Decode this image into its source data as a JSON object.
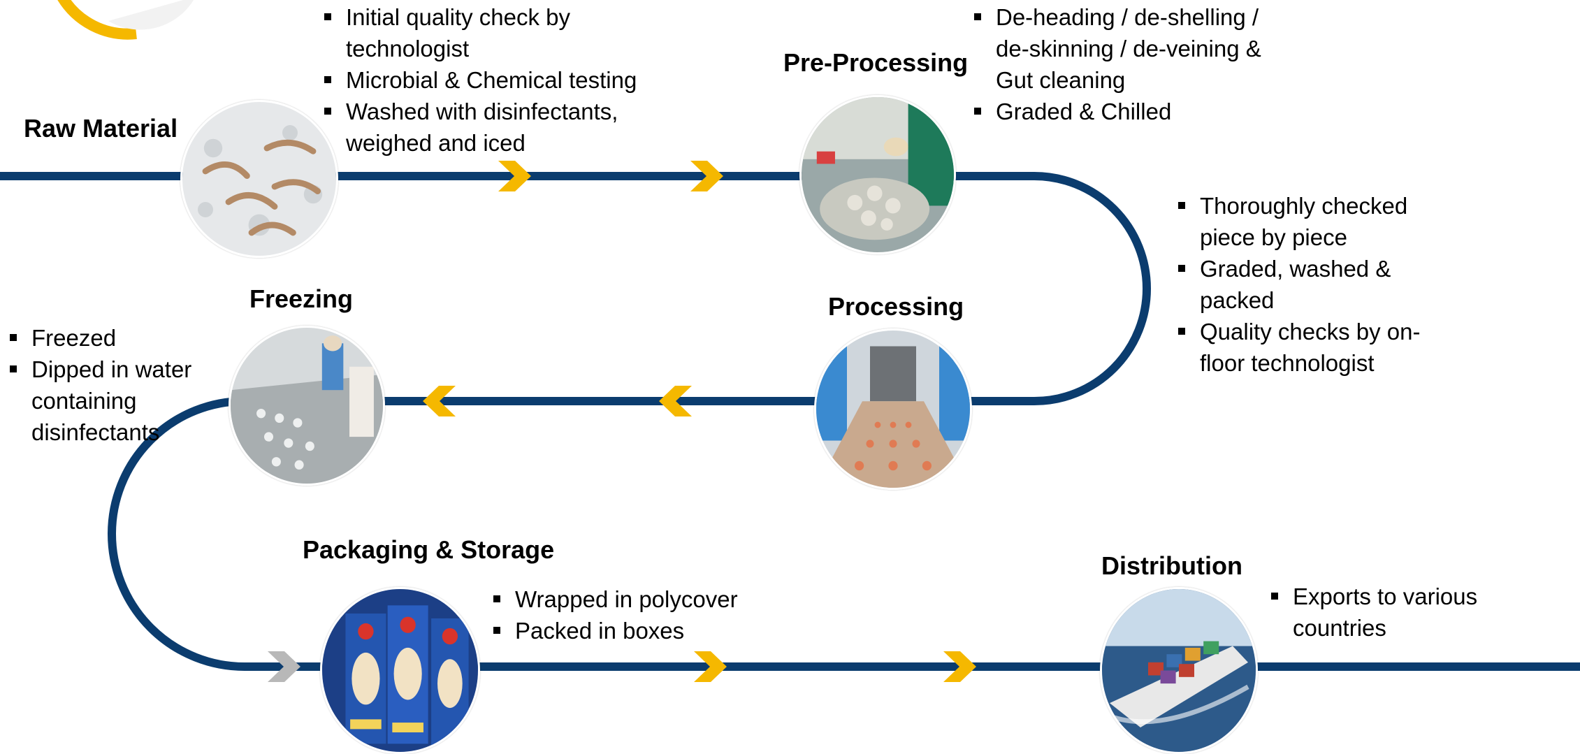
{
  "colors": {
    "line": "#0b3c6e",
    "chevron": "#f5b800",
    "chevron_grey": "#b8b8b8",
    "logo_ring": "#f5b800"
  },
  "stages": [
    {
      "id": "raw-material",
      "title": "Raw Material",
      "image": "raw-shrimp-on-ice-photo",
      "bullets": [
        "Initial quality check by technologist",
        "Microbial & Chemical testing",
        "Washed with disinfectants, weighed and iced"
      ]
    },
    {
      "id": "pre-processing",
      "title": "Pre-Processing",
      "image": "peeling-workers-photo",
      "bullets": [
        "De-heading / de-shelling / de-skinning / de-veining & Gut cleaning",
        "Graded & Chilled"
      ]
    },
    {
      "id": "processing",
      "title": "Processing",
      "image": "processing-line-photo",
      "bullets": [
        "Thoroughly checked piece by piece",
        "Graded, washed & packed",
        "Quality checks by on-floor technologist"
      ]
    },
    {
      "id": "freezing",
      "title": "Freezing",
      "image": "freezing-tunnel-photo",
      "bullets": [
        "Freezed",
        "Dipped in water containing disinfectants"
      ]
    },
    {
      "id": "packaging",
      "title": "Packaging & Storage",
      "image": "packed-shrimp-bags-photo",
      "bullets": [
        "Wrapped in polycover",
        "Packed in boxes"
      ]
    },
    {
      "id": "distribution",
      "title": "Distribution",
      "image": "container-ship-photo",
      "bullets": [
        "Exports to various countries"
      ]
    }
  ]
}
